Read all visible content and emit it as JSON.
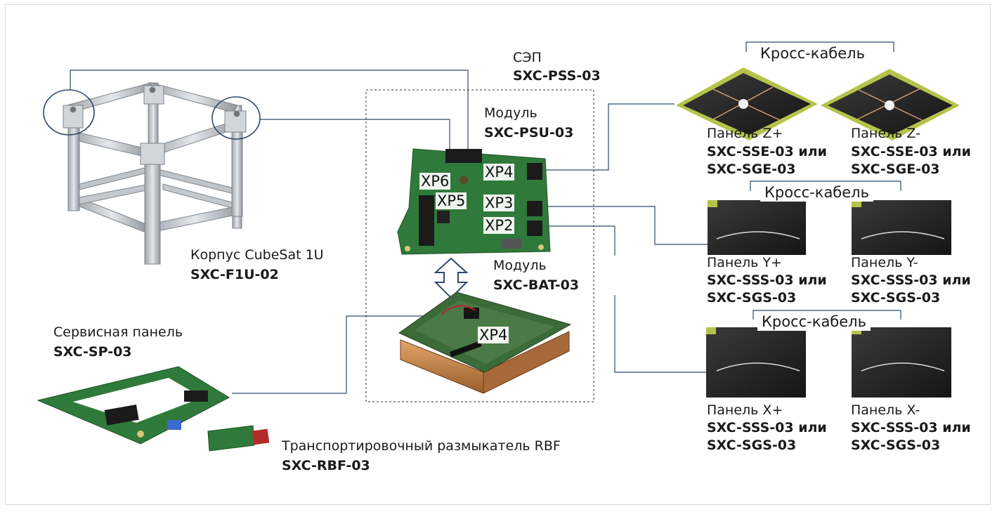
{
  "pss": {
    "title": "СЭП",
    "code": "SXC-PSS-03"
  },
  "psu": {
    "title": "Модуль",
    "code": "SXC-PSU-03"
  },
  "bat": {
    "title": "Модуль",
    "code": "SXC-BAT-03"
  },
  "frame_unit": {
    "title": "Корпус CubeSat 1U",
    "code": "SXC-F1U-02"
  },
  "service": {
    "title": "Сервисная панель",
    "code": "SXC-SP-03"
  },
  "rbf": {
    "title": "Транспортировочный размыкатель RBF",
    "code": "SXC-RBF-03"
  },
  "connectors": {
    "xp6": "XP6",
    "xp4_psu": "XP4",
    "xp5": "XP5",
    "xp3": "XP3",
    "xp2": "XP2",
    "xp4_bat": "XP4"
  },
  "cross_cable": [
    "Кросс-кабель",
    "Кросс-кабель",
    "Кросс-кабель"
  ],
  "panels": [
    {
      "name": "Панель Z+",
      "code1": "SXC-SSE-03 или",
      "code2": "SXC-SGE-03"
    },
    {
      "name": "Панель Z-",
      "code1": "SXC-SSE-03 или",
      "code2": "SXC-SGE-03"
    },
    {
      "name": "Панель Y+",
      "code1": "SXC-SSS-03 или",
      "code2": "SXC-SGS-03"
    },
    {
      "name": "Панель Y-",
      "code1": "SXC-SSS-03 или",
      "code2": "SXC-SGS-03"
    },
    {
      "name": "Панель X+",
      "code1": "SXC-SSS-03 или",
      "code2": "SXC-SGS-03"
    },
    {
      "name": "Панель X-",
      "code1": "SXC-SSS-03 или",
      "code2": "SXC-SGS-03"
    }
  ],
  "colors": {
    "wire": "#2e4a6e",
    "pcb": "#2f7a3a",
    "aluminium": "#c9cdd2",
    "copper": "#c8874a",
    "solar": "#2a2a2a",
    "label": "#1a1a1a"
  }
}
